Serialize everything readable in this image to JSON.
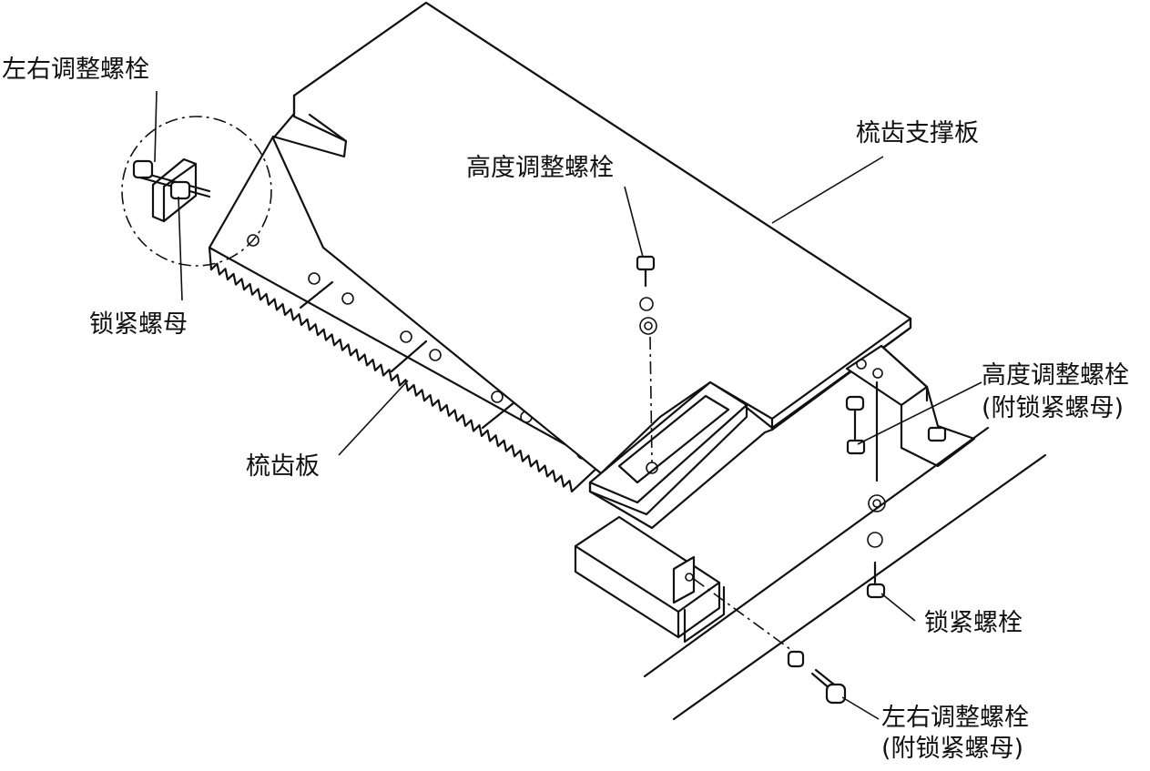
{
  "labels": {
    "lr_bolt_top": "左右调整螺栓",
    "comb_support_plate": "梳齿支撑板",
    "height_bolt_top": "高度调整螺栓",
    "lock_nut": "锁紧螺母",
    "height_bolt_right_line1": "高度调整螺栓",
    "height_bolt_right_line2": "(附锁紧螺母)",
    "comb_plate": "梳齿板",
    "lock_bolt": "锁紧螺栓",
    "lr_bolt_bottom_line1": "左右调整螺栓",
    "lr_bolt_bottom_line2": "(附锁紧螺母)"
  }
}
